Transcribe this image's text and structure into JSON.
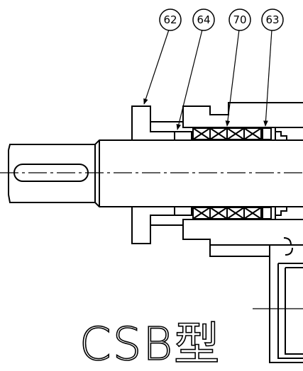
{
  "callouts": [
    {
      "id": "c62",
      "label": "62"
    },
    {
      "id": "c64",
      "label": "64"
    },
    {
      "id": "c70",
      "label": "70"
    },
    {
      "id": "c63",
      "label": "63"
    }
  ],
  "title": "CSB型"
}
